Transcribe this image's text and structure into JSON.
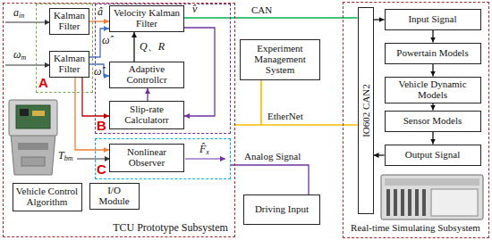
{
  "diagram": {
    "nodes": [
      {
        "text": [
          "TCU Prototype Subsystem"
        ]
      },
      {
        "text": [
          "A"
        ],
        "in": 0
      },
      {
        "text": [
          "Kalman Filter"
        ],
        "in": 1
      },
      {
        "text": [
          "Kalman Filter"
        ],
        "in": 1
      },
      {
        "text": [
          "B"
        ],
        "in": 0
      },
      {
        "text": [
          "Velocity Kalman Filter"
        ],
        "in": 4
      },
      {
        "text": [
          "Adaptive Controllcr"
        ],
        "in": 4
      },
      {
        "text": [
          "Slip-rate Calculatorr"
        ],
        "in": 4
      },
      {
        "text": [
          "C"
        ],
        "in": 0
      },
      {
        "text": [
          "Nonlinear Observer"
        ],
        "in": 8
      },
      {
        "text": [
          "Vehicle Control Algorithm"
        ],
        "in": 0
      },
      {
        "text": [
          "I/O Module"
        ],
        "in": 0
      },
      {
        "text": [
          "Experiment Management System"
        ]
      },
      {
        "text": [
          "Driving Input"
        ]
      },
      {
        "text": [
          "Real-time Simulating Subsystem"
        ]
      },
      {
        "text": [
          "IO602 CAN2"
        ],
        "in": 14
      },
      {
        "text": [
          "Input Signal"
        ],
        "in": 14
      },
      {
        "text": [
          "Powertain Models"
        ],
        "in": 14
      },
      {
        "text": [
          "Vehicle Dynamic Models"
        ],
        "in": 14
      },
      {
        "text": [
          "Sensor Models"
        ],
        "in": 14
      },
      {
        "text": [
          "Output Signal"
        ],
        "in": 14
      }
    ],
    "edges": [
      {
        "from": 2,
        "to": 5,
        "arrow": "to"
      },
      {
        "from": 3,
        "to": 5,
        "arrow": "to"
      },
      {
        "from": 3,
        "to": 6,
        "arrow": "to"
      },
      {
        "from": 3,
        "to": 7,
        "arrow": "to"
      },
      {
        "from": 3,
        "to": 9,
        "arrow": "to"
      },
      {
        "from": 6,
        "to": 5,
        "label": "Q、R",
        "arrow": "to"
      },
      {
        "from": 7,
        "to": 6,
        "arrow": "to"
      },
      {
        "from": 5,
        "to": 7,
        "arrow": "to"
      },
      {
        "from": 5,
        "to": 15,
        "arrow": "none"
      },
      {
        "from": 12,
        "to": 0,
        "arrow": "none"
      },
      {
        "from": 12,
        "to": 15,
        "arrow": "none"
      },
      {
        "from": 13,
        "to": 8,
        "arrow": "none"
      },
      {
        "from": 15,
        "to": 16,
        "arrow": "to"
      },
      {
        "from": 16,
        "to": 17,
        "arrow": "to"
      },
      {
        "from": 17,
        "to": 18,
        "arrow": "to"
      },
      {
        "from": 18,
        "to": 19,
        "arrow": "to"
      },
      {
        "from": 19,
        "to": 20,
        "arrow": "to"
      },
      {
        "from": 20,
        "to": 15,
        "arrow": "to"
      }
    ],
    "labels": [
      "ain",
      "ωm",
      "â",
      "ω̂",
      "ω̂",
      "v̂",
      "Tbm",
      "F̂x",
      "CAN",
      "EtherNet",
      "Analog Signal"
    ]
  }
}
